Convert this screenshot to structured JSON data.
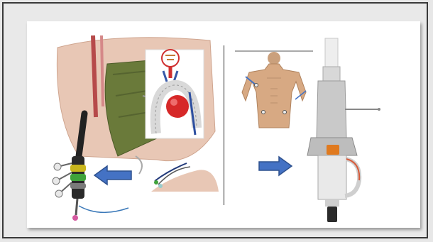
{
  "figure": {
    "background": "#ffffff",
    "frame_color": "#3a3a3a",
    "arrow_color": "#4472c4",
    "arrow_stroke": "#2f528f",
    "left_panel": {
      "icons": [
        "surgical-field-illustration",
        "aortic-arch-stent-inset",
        "sheath-catheter-icon",
        "groin-access-inset"
      ],
      "arrow_direction": "left"
    },
    "right_panel": {
      "icons": [
        "human-torso-access-sites",
        "stent-graft-delivery-system-icon"
      ],
      "arrow_direction": "right"
    }
  }
}
